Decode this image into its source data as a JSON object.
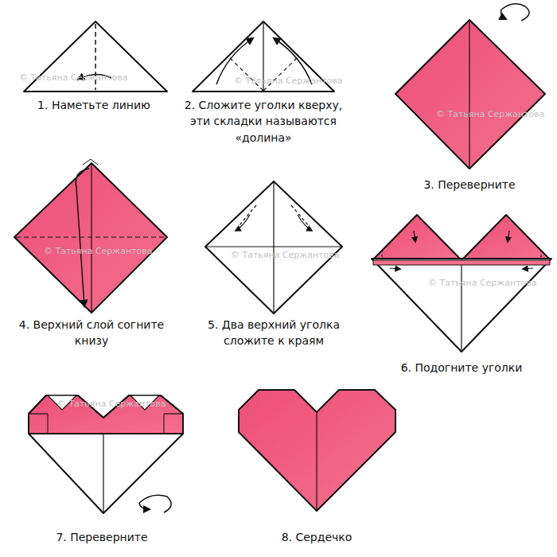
{
  "diagram": {
    "labels": [
      "1. Наметьте линию",
      "2. Сложите уголки кверху, эти складки называются «долина»",
      "3. Переверните",
      "4. Верхний слой согните книзу",
      "5. Два верхний уголка сложите к краям",
      "6. Подогните уголки",
      "7. Переверните",
      "8. Сердечко",
      "© Татьяна Сержантова",
      "© Татьяна Сержантова",
      "© Татьяна Сержантова",
      "© Татьяна Сержантова",
      "© Татьяна Сержантова",
      "© Татьяна Сержантова",
      "© Татьяна Сержантова"
    ]
  }
}
